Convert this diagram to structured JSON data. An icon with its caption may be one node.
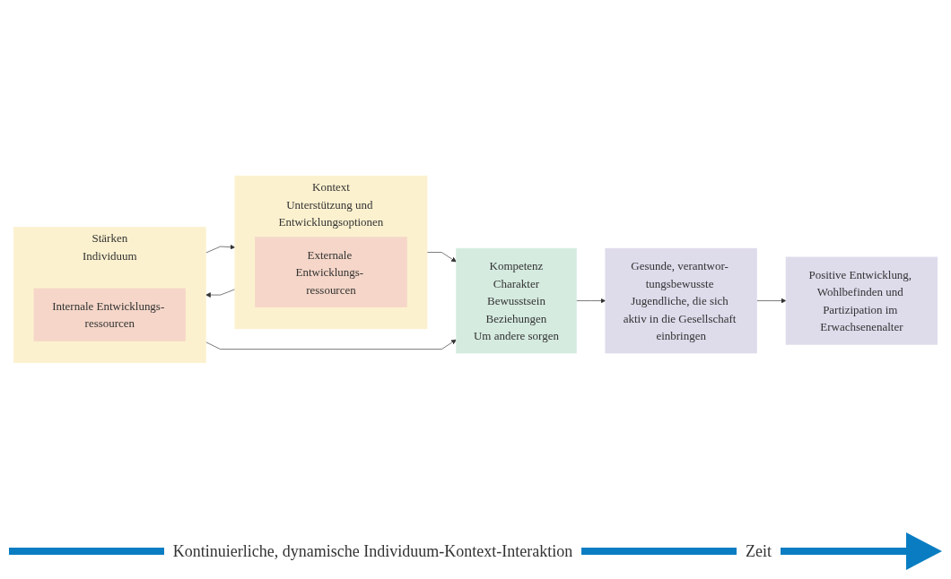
{
  "diagram": {
    "nodes": [
      {
        "text": [
          "Kontext",
          "Unterstützung und Entwicklungsoptionen"
        ]
      },
      {
        "text": [
          "Externale Entwicklungs- ressourcen"
        ],
        "in": 0
      },
      {
        "text": [
          "Stärken",
          "Individuum"
        ]
      },
      {
        "text": [
          "Internale Entwicklungs- ressourcen"
        ],
        "in": 2
      },
      {
        "text": [
          "Kompetenz",
          "Charakter",
          "Bewusstsein",
          "Beziehungen",
          "Um andere sorgen"
        ]
      },
      {
        "text": [
          "Gesunde, verantwor- tungsbewusste Jugendliche, die sich aktiv in die Gesellschaft einbringen"
        ]
      },
      {
        "text": [
          "Positive Entwicklung, Wohlbefinden und Partizipation im Erwachsenenalter"
        ]
      }
    ],
    "edges": [
      {
        "from": 2,
        "to": 0,
        "arrow": "to"
      },
      {
        "from": 0,
        "to": 2,
        "arrow": "to"
      },
      {
        "from": 0,
        "to": 4,
        "arrow": "to"
      },
      {
        "from": 2,
        "to": 4,
        "arrow": "to"
      },
      {
        "from": 4,
        "to": 5,
        "arrow": "to"
      },
      {
        "from": 5,
        "to": 6,
        "arrow": "to"
      }
    ],
    "labels": [
      "Kontinuierliche, dynamische Individuum-Kontext-Interaktion",
      "Zeit"
    ]
  }
}
